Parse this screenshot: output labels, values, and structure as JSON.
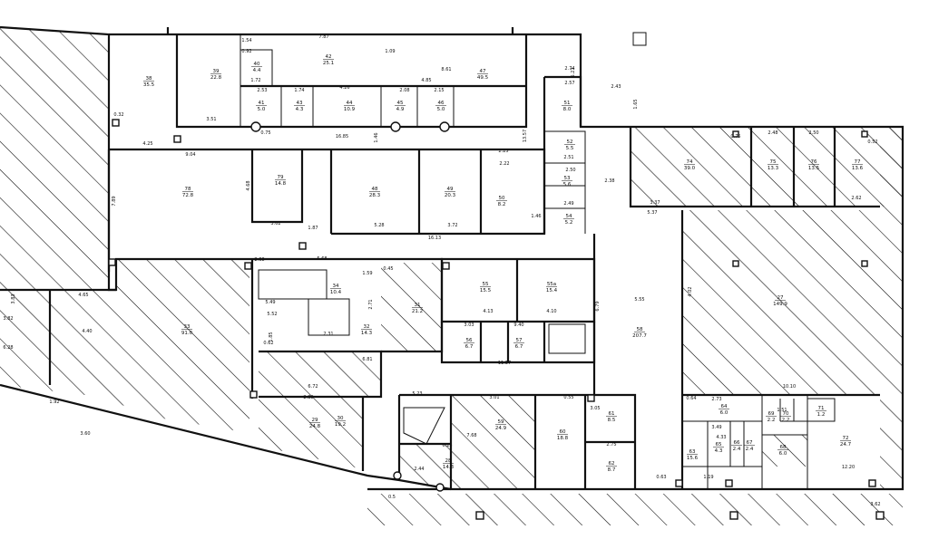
{
  "rooms": [
    {
      "id": "room-38",
      "no": "38",
      "area": "35.5"
    },
    {
      "id": "room-39",
      "no": "39",
      "area": "22.8"
    },
    {
      "id": "room-40",
      "no": "40",
      "area": "4.4"
    },
    {
      "id": "room-41",
      "no": "41",
      "area": "5.0"
    },
    {
      "id": "room-42",
      "no": "42",
      "area": "25.1"
    },
    {
      "id": "room-43",
      "no": "43",
      "area": "4.3"
    },
    {
      "id": "room-44",
      "no": "44",
      "area": "10.9"
    },
    {
      "id": "room-45",
      "no": "45",
      "area": "4.9"
    },
    {
      "id": "room-46",
      "no": "46",
      "area": "5.0"
    },
    {
      "id": "room-47",
      "no": "47",
      "area": "49.5"
    },
    {
      "id": "room-48",
      "no": "48",
      "area": "28.3"
    },
    {
      "id": "room-49",
      "no": "49",
      "area": "20.3"
    },
    {
      "id": "room-50",
      "no": "50",
      "area": "8.2"
    },
    {
      "id": "room-51",
      "no": "51",
      "area": "8.0"
    },
    {
      "id": "room-52",
      "no": "52",
      "area": "5.5"
    },
    {
      "id": "room-53",
      "no": "53",
      "area": "5.6"
    },
    {
      "id": "room-54",
      "no": "54",
      "area": "5.2"
    },
    {
      "id": "room-55",
      "no": "55",
      "area": "15.5"
    },
    {
      "id": "room-55a",
      "no": "55a",
      "area": "15.4"
    },
    {
      "id": "room-56",
      "no": "56",
      "area": "6.7"
    },
    {
      "id": "room-57",
      "no": "57",
      "area": "6.7"
    },
    {
      "id": "room-58",
      "no": "58",
      "area": "207.7"
    },
    {
      "id": "room-59",
      "no": "59",
      "area": "24.9"
    },
    {
      "id": "room-60",
      "no": "60",
      "area": "18.8"
    },
    {
      "id": "room-61",
      "no": "61",
      "area": "8.5"
    },
    {
      "id": "room-62",
      "no": "62",
      "area": "8.7"
    },
    {
      "id": "room-63",
      "no": "63",
      "area": "15.6"
    },
    {
      "id": "room-64",
      "no": "64",
      "area": "6.0"
    },
    {
      "id": "room-65",
      "no": "65",
      "area": "4.3"
    },
    {
      "id": "room-66",
      "no": "66",
      "area": "2.4"
    },
    {
      "id": "room-67",
      "no": "67",
      "area": "2.4"
    },
    {
      "id": "room-68",
      "no": "68",
      "area": "6.0"
    },
    {
      "id": "room-69",
      "no": "69",
      "area": "2.2"
    },
    {
      "id": "room-70",
      "no": "70",
      "area": "2.2"
    },
    {
      "id": "room-71",
      "no": "71",
      "area": "1.2"
    },
    {
      "id": "room-72",
      "no": "72",
      "area": "24.7"
    },
    {
      "id": "room-74",
      "no": "74",
      "area": "39.0"
    },
    {
      "id": "room-75",
      "no": "75",
      "area": "13.3"
    },
    {
      "id": "room-76",
      "no": "76",
      "area": "13.5"
    },
    {
      "id": "room-77",
      "no": "77",
      "area": "13.6"
    },
    {
      "id": "room-78",
      "no": "78",
      "area": "72.8"
    },
    {
      "id": "room-79",
      "no": "79",
      "area": "14.8"
    },
    {
      "id": "room-29",
      "no": "29",
      "area": "24.8"
    },
    {
      "id": "room-30",
      "no": "30",
      "area": "19.2"
    },
    {
      "id": "room-31",
      "no": "31",
      "area": "21.2"
    },
    {
      "id": "room-32",
      "no": "32",
      "area": "14.3"
    },
    {
      "id": "room-33",
      "no": "33",
      "area": "91.0"
    },
    {
      "id": "room-34",
      "no": "34",
      "area": "10.4"
    },
    {
      "id": "room-27",
      "no": "27",
      "area": "149.9"
    },
    {
      "id": "room-28",
      "no": "28",
      "area": "14.3"
    }
  ],
  "dimensions": [
    "7.87",
    "1.54",
    "1.09",
    "0.92",
    "1.72",
    "2.53",
    "1.74",
    "4.26",
    "2.08",
    "2.15",
    "4.85",
    "8.61",
    "2.74",
    "6.23",
    "2.43",
    "1.65",
    "2.57",
    "0.32",
    "4.25",
    "9.04",
    "3.51",
    "0.75",
    "16.85",
    "1.46",
    "2.22",
    "2.25",
    "13.57",
    "7.89",
    "4.68",
    "3.02",
    "1.87",
    "5.28",
    "3.72",
    "16.13",
    "2.51",
    "2.50",
    "2.49",
    "1.46",
    "2.38",
    "3.37",
    "5.37",
    "2.48",
    "2.50",
    "0.52",
    "2.62",
    "0.75",
    "2.68",
    "5.68",
    "1.59",
    "0.45",
    "6.79",
    "5.55",
    "4.13",
    "4.10",
    "3.03",
    "9.40",
    "11.37",
    "6.81",
    "6.72",
    "2.38",
    "5.23",
    "3.01",
    "0.55",
    "3.05",
    "2.75",
    "0.63",
    "1.19",
    "0.64",
    "2.73",
    "1.51",
    "3.49",
    "4.33",
    "12.20",
    "10.10",
    "4.02",
    "0.5",
    "3.62",
    "3.83",
    "4.65",
    "3.82",
    "4.40",
    "6.28",
    "3.60",
    "1.92",
    "5.49",
    "2.71",
    "2.31",
    "1.85",
    "0.62",
    "5.52",
    "2.44",
    "6.25",
    "7.68"
  ]
}
